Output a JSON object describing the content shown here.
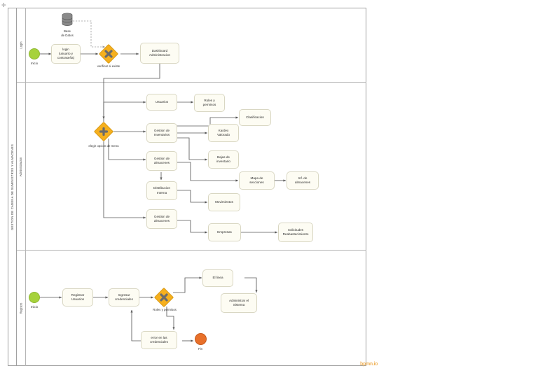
{
  "diagram": {
    "pool_title": "GESTION DE CADENA DE SUMINISTROS Y ALMACENES",
    "logo_text": "bpmn.io",
    "corner_marker": "✛"
  },
  "lanes": [
    {
      "id": "login",
      "label": "Login"
    },
    {
      "id": "admin",
      "label": "Administracion"
    },
    {
      "id": "registro",
      "label": "Registro"
    }
  ],
  "login_lane": {
    "start_event_label": "Inicio",
    "datastore_label_line1": "Base",
    "datastore_label_line2": "de Datos",
    "task_login_line1": "login",
    "task_login_line2": "(usuario y",
    "task_login_line3": "contraseña)",
    "gateway_label": "verificar si existe",
    "task_dashboard_line1": "Dashboard",
    "task_dashboard_line2": "Administracion"
  },
  "admin_lane": {
    "gateway_label": "elegir opcion de menu",
    "tasks": [
      {
        "id": "usuarios",
        "line1": "Usuarios",
        "line2": ""
      },
      {
        "id": "roles",
        "line1": "Roles y",
        "line2": "permisos"
      },
      {
        "id": "clasificacion",
        "line1": "Clasificacion",
        "line2": ""
      },
      {
        "id": "gestion-inv",
        "line1": "Gestion de",
        "line2": "Inventarios"
      },
      {
        "id": "kardex",
        "line1": "Kardex",
        "line2": "Valorado"
      },
      {
        "id": "gestion-alm-1",
        "line1": "Gestion de",
        "line2": "almacenes"
      },
      {
        "id": "bajas",
        "line1": "Bajas de",
        "line2": "inventario"
      },
      {
        "id": "mapa",
        "line1": "Mapa de",
        "line2": "secciones"
      },
      {
        "id": "inf-alm",
        "line1": "Inf. de",
        "line2": "almacenes"
      },
      {
        "id": "distribucion",
        "line1": "Distribucion",
        "line2": "Interna"
      },
      {
        "id": "movimientos",
        "line1": "Movimientos",
        "line2": ""
      },
      {
        "id": "gestion-alm-2",
        "line1": "Gestion de",
        "line2": "almacenes"
      },
      {
        "id": "empresas",
        "line1": "Empresas",
        "line2": ""
      },
      {
        "id": "solicitudes",
        "line1": "Solicitudes",
        "line2": "Reabastecimiento"
      }
    ]
  },
  "registro_lane": {
    "start_event_label": "Inicio",
    "end_event_label": "Fin",
    "gateway_label": "Roles y permisos",
    "task_registrar_line1": "Registrar",
    "task_registrar_line2": "Usuarios",
    "task_ingresar_line1": "Ingresar",
    "task_ingresar_line2": "credenciales",
    "task_enlinea_line1": "El linea",
    "task_enlinea_line2": "",
    "task_admin_line1": "Administrar el",
    "task_admin_line2": "Sistema",
    "task_error_line1": "error en las",
    "task_error_line2": "credenciales"
  },
  "colors": {
    "task_fill": "#fdfcf3",
    "task_stroke": "#d9d7c3",
    "gateway_fill": "#f6b01e",
    "start_fill": "#a6d23c",
    "end_fill": "#e8702a",
    "flow_stroke": "#585858",
    "pool_stroke": "#a0a0a0"
  }
}
